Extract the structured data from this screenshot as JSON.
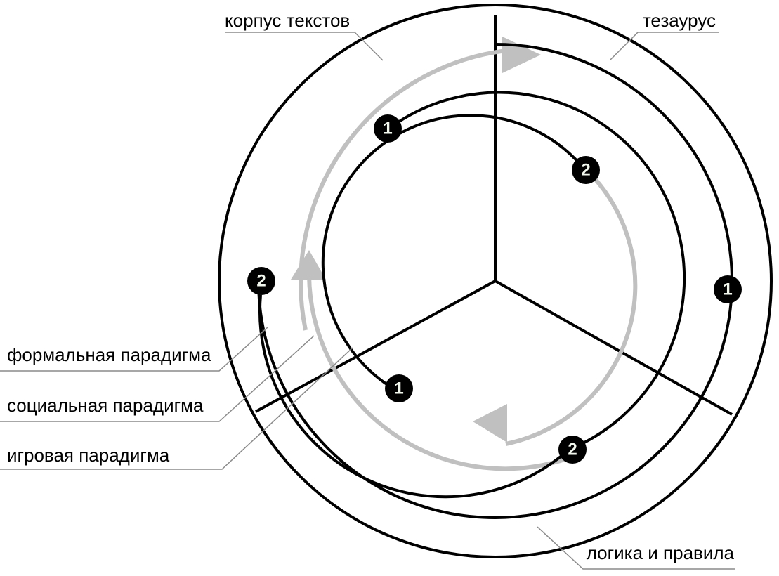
{
  "labels": {
    "corpus": "корпус текстов",
    "thesaurus": "тезаурус",
    "logic": "логика и правила",
    "formal": "формальная парадигма",
    "social": "социальная парадигма",
    "game": "игровая парадигма"
  },
  "badges": {
    "outer_start": "1",
    "outer_end": "2",
    "middle_start": "1",
    "middle_end": "2",
    "inner_start": "1",
    "inner_end": "2"
  },
  "colors": {
    "line": "#000000",
    "arrow": "#c0c0c0",
    "leader": "#8a8a8a",
    "badge_fill": "#000000",
    "badge_text": "#f2f7ee"
  }
}
